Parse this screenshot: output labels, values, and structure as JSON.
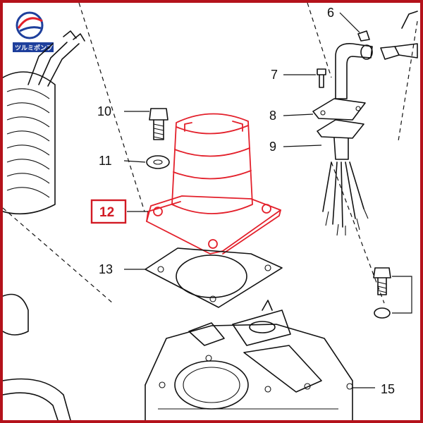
{
  "logo": {
    "text": "ツルミポンプ"
  },
  "callouts": [
    {
      "id": "6",
      "label": "6"
    },
    {
      "id": "7",
      "label": "7"
    },
    {
      "id": "8",
      "label": "8"
    },
    {
      "id": "9",
      "label": "9"
    },
    {
      "id": "10",
      "label": "10"
    },
    {
      "id": "11",
      "label": "11"
    },
    {
      "id": "12",
      "label": "12",
      "highlighted": true
    },
    {
      "id": "13",
      "label": "13"
    },
    {
      "id": "15",
      "label": "15"
    }
  ],
  "colors": {
    "highlight": "#e3202b",
    "frame": "#b4121b",
    "logo": "#1e3f9c"
  }
}
